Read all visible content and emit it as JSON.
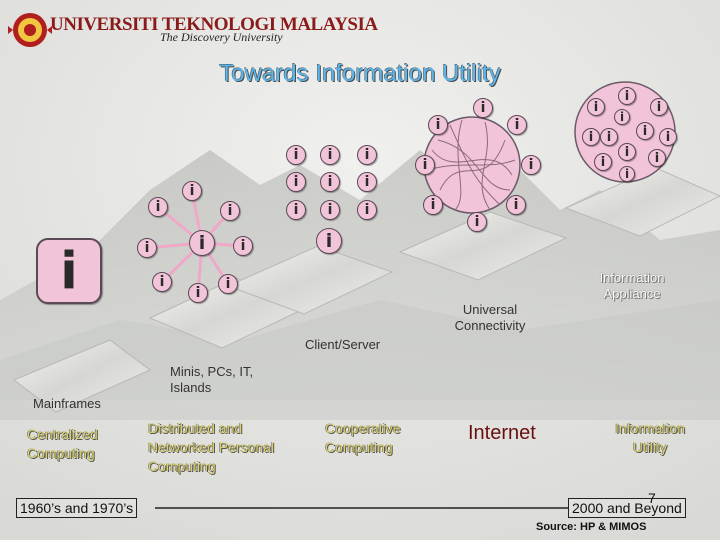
{
  "header": {
    "university_name": "UNIVERSITI TEKNOLOGI MALAYSIA",
    "tagline": "The Discovery University"
  },
  "title": "Towards Information Utility",
  "icon_glyph": "i",
  "stages": {
    "mainframes": "Mainframes",
    "minis": "Minis, PCs, IT,\nIslands",
    "client_server": "Client/Server",
    "universal": "Universal\nConnectivity",
    "appliance": "Information\nAppliance"
  },
  "eras": {
    "centralized": "Centralized\nComputing",
    "distributed": "Distributed and\nNetworked Personal\nComputing",
    "cooperative": "Cooperative\nComputing",
    "internet": "Internet",
    "utility": "Information\nUtility"
  },
  "timeline": {
    "start": "1960’s and 1970’s",
    "end": "2000 and Beyond"
  },
  "page_number": "7",
  "source": "Source: HP & MIMOS",
  "colors": {
    "node_fill": "#f2c4d9",
    "node_border": "#5a4a55",
    "title_blue": "#5bb6ee",
    "era_yellow": "#d9d06a",
    "internet_red": "#6a0f0f",
    "brand_red": "#8b1a1a"
  }
}
